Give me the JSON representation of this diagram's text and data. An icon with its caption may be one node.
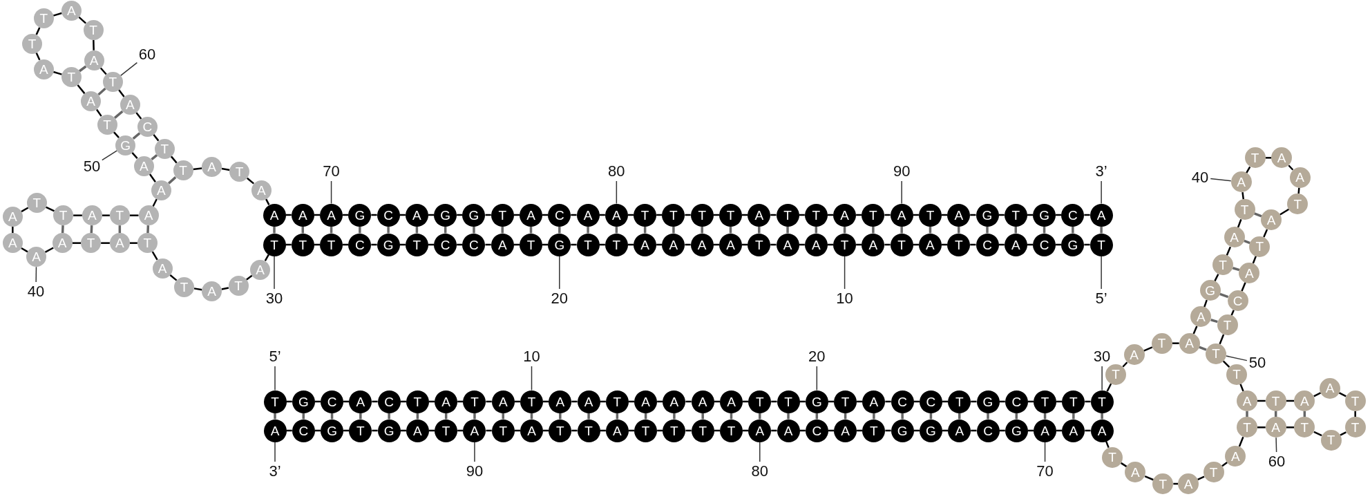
{
  "diagram": {
    "nodes": [
      {
        "text": [
          "A"
        ]
      },
      {
        "text": [
          "A"
        ]
      },
      {
        "text": [
          "A"
        ]
      },
      {
        "text": [
          "G"
        ]
      },
      {
        "text": [
          "C"
        ]
      },
      {
        "text": [
          "A"
        ]
      },
      {
        "text": [
          "G"
        ]
      },
      {
        "text": [
          "G"
        ]
      },
      {
        "text": [
          "T"
        ]
      },
      {
        "text": [
          "A"
        ]
      },
      {
        "text": [
          "C"
        ]
      },
      {
        "text": [
          "A"
        ]
      },
      {
        "text": [
          "A"
        ]
      },
      {
        "text": [
          "T"
        ]
      },
      {
        "text": [
          "T"
        ]
      },
      {
        "text": [
          "T"
        ]
      },
      {
        "text": [
          "T"
        ]
      },
      {
        "text": [
          "A"
        ]
      },
      {
        "text": [
          "T"
        ]
      },
      {
        "text": [
          "T"
        ]
      },
      {
        "text": [
          "A"
        ]
      },
      {
        "text": [
          "T"
        ]
      },
      {
        "text": [
          "A"
        ]
      },
      {
        "text": [
          "T"
        ]
      },
      {
        "text": [
          "A"
        ]
      },
      {
        "text": [
          "G"
        ]
      },
      {
        "text": [
          "T"
        ]
      },
      {
        "text": [
          "G"
        ]
      },
      {
        "text": [
          "C"
        ]
      },
      {
        "text": [
          "A"
        ]
      },
      {
        "text": [
          "T"
        ]
      },
      {
        "text": [
          "T"
        ]
      },
      {
        "text": [
          "T"
        ]
      },
      {
        "text": [
          "C"
        ]
      },
      {
        "text": [
          "G"
        ]
      },
      {
        "text": [
          "T"
        ]
      },
      {
        "text": [
          "C"
        ]
      },
      {
        "text": [
          "C"
        ]
      },
      {
        "text": [
          "A"
        ]
      },
      {
        "text": [
          "T"
        ]
      },
      {
        "text": [
          "G"
        ]
      },
      {
        "text": [
          "T"
        ]
      },
      {
        "text": [
          "T"
        ]
      },
      {
        "text": [
          "A"
        ]
      },
      {
        "text": [
          "A"
        ]
      },
      {
        "text": [
          "A"
        ]
      },
      {
        "text": [
          "A"
        ]
      },
      {
        "text": [
          "T"
        ]
      },
      {
        "text": [
          "A"
        ]
      },
      {
        "text": [
          "A"
        ]
      },
      {
        "text": [
          "T"
        ]
      },
      {
        "text": [
          "A"
        ]
      },
      {
        "text": [
          "T"
        ]
      },
      {
        "text": [
          "A"
        ]
      },
      {
        "text": [
          "T"
        ]
      },
      {
        "text": [
          "C"
        ]
      },
      {
        "text": [
          "A"
        ]
      },
      {
        "text": [
          "C"
        ]
      },
      {
        "text": [
          "G"
        ]
      },
      {
        "text": [
          "T"
        ]
      },
      {
        "text": [
          "A"
        ]
      },
      {
        "text": [
          "T"
        ]
      },
      {
        "text": [
          "A"
        ]
      },
      {
        "text": [
          "T"
        ]
      },
      {
        "text": [
          "A"
        ]
      },
      {
        "text": [
          "T"
        ]
      },
      {
        "text": [
          "A"
        ]
      },
      {
        "text": [
          "T"
        ]
      },
      {
        "text": [
          "A"
        ]
      },
      {
        "text": [
          "A"
        ]
      },
      {
        "text": [
          "A"
        ]
      },
      {
        "text": [
          "A"
        ]
      },
      {
        "text": [
          "T"
        ]
      },
      {
        "text": [
          "T"
        ]
      },
      {
        "text": [
          "A"
        ]
      },
      {
        "text": [
          "T"
        ]
      },
      {
        "text": [
          "A"
        ]
      },
      {
        "text": [
          "A"
        ]
      },
      {
        "text": [
          "A"
        ]
      },
      {
        "text": [
          "G"
        ]
      },
      {
        "text": [
          "T"
        ]
      },
      {
        "text": [
          "A"
        ]
      },
      {
        "text": [
          "T"
        ]
      },
      {
        "text": [
          "A"
        ]
      },
      {
        "text": [
          "T"
        ]
      },
      {
        "text": [
          "T"
        ]
      },
      {
        "text": [
          "A"
        ]
      },
      {
        "text": [
          "T"
        ]
      },
      {
        "text": [
          "A"
        ]
      },
      {
        "text": [
          "T"
        ]
      },
      {
        "text": [
          "A"
        ]
      },
      {
        "text": [
          "C"
        ]
      },
      {
        "text": [
          "T"
        ]
      },
      {
        "text": [
          "T"
        ]
      },
      {
        "text": [
          "A"
        ]
      },
      {
        "text": [
          "T"
        ]
      },
      {
        "text": [
          "A"
        ]
      },
      {
        "text": [
          "T"
        ]
      },
      {
        "text": [
          "G"
        ]
      },
      {
        "text": [
          "C"
        ]
      },
      {
        "text": [
          "A"
        ]
      },
      {
        "text": [
          "C"
        ]
      },
      {
        "text": [
          "T"
        ]
      },
      {
        "text": [
          "A"
        ]
      },
      {
        "text": [
          "T"
        ]
      },
      {
        "text": [
          "A"
        ]
      },
      {
        "text": [
          "T"
        ]
      },
      {
        "text": [
          "A"
        ]
      },
      {
        "text": [
          "A"
        ]
      },
      {
        "text": [
          "T"
        ]
      },
      {
        "text": [
          "A"
        ]
      },
      {
        "text": [
          "A"
        ]
      },
      {
        "text": [
          "A"
        ]
      },
      {
        "text": [
          "A"
        ]
      },
      {
        "text": [
          "T"
        ]
      },
      {
        "text": [
          "T"
        ]
      },
      {
        "text": [
          "G"
        ]
      },
      {
        "text": [
          "T"
        ]
      },
      {
        "text": [
          "A"
        ]
      },
      {
        "text": [
          "C"
        ]
      },
      {
        "text": [
          "C"
        ]
      },
      {
        "text": [
          "T"
        ]
      },
      {
        "text": [
          "G"
        ]
      },
      {
        "text": [
          "C"
        ]
      },
      {
        "text": [
          "T"
        ]
      },
      {
        "text": [
          "T"
        ]
      },
      {
        "text": [
          "T"
        ]
      },
      {
        "text": [
          "A"
        ]
      },
      {
        "text": [
          "C"
        ]
      },
      {
        "text": [
          "G"
        ]
      },
      {
        "text": [
          "T"
        ]
      },
      {
        "text": [
          "G"
        ]
      },
      {
        "text": [
          "A"
        ]
      },
      {
        "text": [
          "T"
        ]
      },
      {
        "text": [
          "A"
        ]
      },
      {
        "text": [
          "T"
        ]
      },
      {
        "text": [
          "A"
        ]
      },
      {
        "text": [
          "T"
        ]
      },
      {
        "text": [
          "T"
        ]
      },
      {
        "text": [
          "A"
        ]
      },
      {
        "text": [
          "T"
        ]
      },
      {
        "text": [
          "T"
        ]
      },
      {
        "text": [
          "T"
        ]
      },
      {
        "text": [
          "T"
        ]
      },
      {
        "text": [
          "A"
        ]
      },
      {
        "text": [
          "A"
        ]
      },
      {
        "text": [
          "C"
        ]
      },
      {
        "text": [
          "A"
        ]
      },
      {
        "text": [
          "T"
        ]
      },
      {
        "text": [
          "G"
        ]
      },
      {
        "text": [
          "G"
        ]
      },
      {
        "text": [
          "A"
        ]
      },
      {
        "text": [
          "C"
        ]
      },
      {
        "text": [
          "G"
        ]
      },
      {
        "text": [
          "A"
        ]
      },
      {
        "text": [
          "A"
        ]
      },
      {
        "text": [
          "A"
        ]
      },
      {
        "text": [
          "T"
        ]
      },
      {
        "text": [
          "A"
        ]
      },
      {
        "text": [
          "T"
        ]
      },
      {
        "text": [
          "A"
        ]
      },
      {
        "text": [
          "A"
        ]
      },
      {
        "text": [
          "G"
        ]
      },
      {
        "text": [
          "T"
        ]
      },
      {
        "text": [
          "A"
        ]
      },
      {
        "text": [
          "T"
        ]
      },
      {
        "text": [
          "A"
        ]
      },
      {
        "text": [
          "T"
        ]
      },
      {
        "text": [
          "A"
        ]
      },
      {
        "text": [
          "A"
        ]
      },
      {
        "text": [
          "T"
        ]
      },
      {
        "text": [
          "A"
        ]
      },
      {
        "text": [
          "T"
        ]
      },
      {
        "text": [
          "A"
        ]
      },
      {
        "text": [
          "C"
        ]
      },
      {
        "text": [
          "T"
        ]
      },
      {
        "text": [
          "T"
        ]
      },
      {
        "text": [
          "T"
        ]
      },
      {
        "text": [
          "A"
        ]
      },
      {
        "text": [
          "T"
        ]
      },
      {
        "text": [
          "A"
        ]
      },
      {
        "text": [
          "A"
        ]
      },
      {
        "text": [
          "T"
        ]
      },
      {
        "text": [
          "T"
        ]
      },
      {
        "text": [
          "T"
        ]
      },
      {
        "text": [
          "T"
        ]
      },
      {
        "text": [
          "A"
        ]
      },
      {
        "text": [
          "T"
        ]
      },
      {
        "text": [
          "A"
        ]
      },
      {
        "text": [
          "T"
        ]
      },
      {
        "text": [
          "A"
        ]
      },
      {
        "text": [
          "T"
        ]
      },
      {
        "text": [
          "A"
        ]
      },
      {
        "text": [
          "T"
        ]
      },
      {
        "text": [
          "70"
        ]
      },
      {
        "text": [
          "80"
        ]
      },
      {
        "text": [
          "90"
        ]
      },
      {
        "text": [
          "3’"
        ]
      },
      {
        "text": [
          "30"
        ]
      },
      {
        "text": [
          "20"
        ]
      },
      {
        "text": [
          "10"
        ]
      },
      {
        "text": [
          "5’"
        ]
      },
      {
        "text": [
          "5’"
        ]
      },
      {
        "text": [
          "10"
        ]
      },
      {
        "text": [
          "20"
        ]
      },
      {
        "text": [
          "30"
        ]
      },
      {
        "text": [
          "3’"
        ]
      },
      {
        "text": [
          "90"
        ]
      },
      {
        "text": [
          "80"
        ]
      },
      {
        "text": [
          "70"
        ]
      },
      {
        "text": [
          "60"
        ]
      },
      {
        "text": [
          "50"
        ]
      },
      {
        "text": [
          "40"
        ]
      },
      {
        "text": [
          "40"
        ]
      },
      {
        "text": [
          "50"
        ]
      },
      {
        "text": [
          "60"
        ]
      }
    ],
    "edges": [
      {
        "from": 59,
        "to": 58,
        "arrow": "none"
      },
      {
        "from": 58,
        "to": 57,
        "arrow": "none"
      },
      {
        "from": 57,
        "to": 56,
        "arrow": "none"
      },
      {
        "from": 56,
        "to": 55,
        "arrow": "none"
      },
      {
        "from": 55,
        "to": 54,
        "arrow": "none"
      },
      {
        "from": 54,
        "to": 53,
        "arrow": "none"
      },
      {
        "from": 53,
        "to": 52,
        "arrow": "none"
      },
      {
        "from": 52,
        "to": 51,
        "arrow": "none"
      },
      {
        "from": 51,
        "to": 50,
        "arrow": "none"
      },
      {
        "from": 50,
        "to": 49,
        "arrow": "none"
      },
      {
        "from": 49,
        "to": 48,
        "arrow": "none"
      },
      {
        "from": 48,
        "to": 47,
        "arrow": "none"
      },
      {
        "from": 47,
        "to": 46,
        "arrow": "none"
      },
      {
        "from": 46,
        "to": 45,
        "arrow": "none"
      },
      {
        "from": 45,
        "to": 44,
        "arrow": "none"
      },
      {
        "from": 44,
        "to": 43,
        "arrow": "none"
      },
      {
        "from": 43,
        "to": 42,
        "arrow": "none"
      },
      {
        "from": 42,
        "to": 41,
        "arrow": "none"
      },
      {
        "from": 41,
        "to": 40,
        "arrow": "none"
      },
      {
        "from": 40,
        "to": 39,
        "arrow": "none"
      },
      {
        "from": 39,
        "to": 38,
        "arrow": "none"
      },
      {
        "from": 38,
        "to": 37,
        "arrow": "none"
      },
      {
        "from": 37,
        "to": 36,
        "arrow": "none"
      },
      {
        "from": 36,
        "to": 35,
        "arrow": "none"
      },
      {
        "from": 35,
        "to": 34,
        "arrow": "none"
      },
      {
        "from": 34,
        "to": 33,
        "arrow": "none"
      },
      {
        "from": 33,
        "to": 32,
        "arrow": "none"
      },
      {
        "from": 32,
        "to": 31,
        "arrow": "none"
      },
      {
        "from": 31,
        "to": 30,
        "arrow": "none"
      },
      {
        "from": 30,
        "to": 60,
        "arrow": "none"
      },
      {
        "from": 60,
        "to": 61,
        "arrow": "none"
      },
      {
        "from": 61,
        "to": 62,
        "arrow": "none"
      },
      {
        "from": 62,
        "to": 63,
        "arrow": "none"
      },
      {
        "from": 63,
        "to": 64,
        "arrow": "none"
      },
      {
        "from": 64,
        "to": 65,
        "arrow": "none"
      },
      {
        "from": 65,
        "to": 66,
        "arrow": "none"
      },
      {
        "from": 66,
        "to": 67,
        "arrow": "none"
      },
      {
        "from": 67,
        "to": 68,
        "arrow": "none"
      },
      {
        "from": 68,
        "to": 69,
        "arrow": "none"
      },
      {
        "from": 69,
        "to": 70,
        "arrow": "none"
      },
      {
        "from": 70,
        "to": 71,
        "arrow": "none"
      },
      {
        "from": 71,
        "to": 72,
        "arrow": "none"
      },
      {
        "from": 72,
        "to": 73,
        "arrow": "none"
      },
      {
        "from": 73,
        "to": 74,
        "arrow": "none"
      },
      {
        "from": 74,
        "to": 75,
        "arrow": "none"
      },
      {
        "from": 75,
        "to": 76,
        "arrow": "none"
      },
      {
        "from": 76,
        "to": 77,
        "arrow": "none"
      },
      {
        "from": 77,
        "to": 78,
        "arrow": "none"
      },
      {
        "from": 78,
        "to": 79,
        "arrow": "none"
      },
      {
        "from": 79,
        "to": 80,
        "arrow": "none"
      },
      {
        "from": 80,
        "to": 81,
        "arrow": "none"
      },
      {
        "from": 81,
        "to": 82,
        "arrow": "none"
      },
      {
        "from": 82,
        "to": 83,
        "arrow": "none"
      },
      {
        "from": 83,
        "to": 84,
        "arrow": "none"
      },
      {
        "from": 84,
        "to": 85,
        "arrow": "none"
      },
      {
        "from": 85,
        "to": 86,
        "arrow": "none"
      },
      {
        "from": 86,
        "to": 87,
        "arrow": "none"
      },
      {
        "from": 87,
        "to": 88,
        "arrow": "none"
      },
      {
        "from": 88,
        "to": 89,
        "arrow": "none"
      },
      {
        "from": 89,
        "to": 90,
        "arrow": "none"
      },
      {
        "from": 90,
        "to": 91,
        "arrow": "none"
      },
      {
        "from": 91,
        "to": 92,
        "arrow": "none"
      },
      {
        "from": 92,
        "to": 93,
        "arrow": "none"
      },
      {
        "from": 93,
        "to": 94,
        "arrow": "none"
      },
      {
        "from": 94,
        "to": 95,
        "arrow": "none"
      },
      {
        "from": 95,
        "to": 96,
        "arrow": "none"
      },
      {
        "from": 96,
        "to": 0,
        "arrow": "none"
      },
      {
        "from": 0,
        "to": 1,
        "arrow": "none"
      },
      {
        "from": 1,
        "to": 2,
        "arrow": "none"
      },
      {
        "from": 2,
        "to": 3,
        "arrow": "none"
      },
      {
        "from": 3,
        "to": 4,
        "arrow": "none"
      },
      {
        "from": 4,
        "to": 5,
        "arrow": "none"
      },
      {
        "from": 5,
        "to": 6,
        "arrow": "none"
      },
      {
        "from": 6,
        "to": 7,
        "arrow": "none"
      },
      {
        "from": 7,
        "to": 8,
        "arrow": "none"
      },
      {
        "from": 8,
        "to": 9,
        "arrow": "none"
      },
      {
        "from": 9,
        "to": 10,
        "arrow": "none"
      },
      {
        "from": 10,
        "to": 11,
        "arrow": "none"
      },
      {
        "from": 11,
        "to": 12,
        "arrow": "none"
      },
      {
        "from": 12,
        "to": 13,
        "arrow": "none"
      },
      {
        "from": 13,
        "to": 14,
        "arrow": "none"
      },
      {
        "from": 14,
        "to": 15,
        "arrow": "none"
      },
      {
        "from": 15,
        "to": 16,
        "arrow": "none"
      },
      {
        "from": 16,
        "to": 17,
        "arrow": "none"
      },
      {
        "from": 17,
        "to": 18,
        "arrow": "none"
      },
      {
        "from": 18,
        "to": 19,
        "arrow": "none"
      },
      {
        "from": 19,
        "to": 20,
        "arrow": "none"
      },
      {
        "from": 20,
        "to": 21,
        "arrow": "none"
      },
      {
        "from": 21,
        "to": 22,
        "arrow": "none"
      },
      {
        "from": 22,
        "to": 23,
        "arrow": "none"
      },
      {
        "from": 23,
        "to": 24,
        "arrow": "none"
      },
      {
        "from": 24,
        "to": 25,
        "arrow": "none"
      },
      {
        "from": 25,
        "to": 26,
        "arrow": "none"
      },
      {
        "from": 26,
        "to": 27,
        "arrow": "none"
      },
      {
        "from": 27,
        "to": 28,
        "arrow": "none"
      },
      {
        "from": 28,
        "to": 29,
        "arrow": "none"
      },
      {
        "from": 0,
        "to": 30,
        "arrow": "none",
        "color": "#666666"
      },
      {
        "from": 1,
        "to": 31,
        "arrow": "none",
        "color": "#666666"
      },
      {
        "from": 2,
        "to": 32,
        "arrow": "none",
        "color": "#666666"
      },
      {
        "from": 3,
        "to": 33,
        "arrow": "none",
        "color": "#666666"
      },
      {
        "from": 4,
        "to": 34,
        "arrow": "none",
        "color": "#666666"
      },
      {
        "from": 5,
        "to": 35,
        "arrow": "none",
        "color": "#666666"
      },
      {
        "from": 6,
        "to": 36,
        "arrow": "none",
        "color": "#666666"
      },
      {
        "from": 7,
        "to": 37,
        "arrow": "none",
        "color": "#666666"
      },
      {
        "from": 8,
        "to": 38,
        "arrow": "none",
        "color": "#666666"
      },
      {
        "from": 9,
        "to": 39,
        "arrow": "none",
        "color": "#666666"
      },
      {
        "from": 10,
        "to": 40,
        "arrow": "none",
        "color": "#666666"
      },
      {
        "from": 11,
        "to": 41,
        "arrow": "none",
        "color": "#666666"
      },
      {
        "from": 12,
        "to": 42,
        "arrow": "none",
        "color": "#666666"
      },
      {
        "from": 13,
        "to": 43,
        "arrow": "none",
        "color": "#666666"
      },
      {
        "from": 14,
        "to": 44,
        "arrow": "none",
        "color": "#666666"
      },
      {
        "from": 15,
        "to": 45,
        "arrow": "none",
        "color": "#666666"
      },
      {
        "from": 16,
        "to": 46,
        "arrow": "none",
        "color": "#666666"
      },
      {
        "from": 17,
        "to": 47,
        "arrow": "none",
        "color": "#666666"
      },
      {
        "from": 18,
        "to": 48,
        "arrow": "none",
        "color": "#666666"
      },
      {
        "from": 19,
        "to": 49,
        "arrow": "none",
        "color": "#666666"
      },
      {
        "from": 20,
        "to": 50,
        "arrow": "none",
        "color": "#666666"
      },
      {
        "from": 21,
        "to": 51,
        "arrow": "none",
        "color": "#666666"
      },
      {
        "from": 22,
        "to": 52,
        "arrow": "none",
        "color": "#666666"
      },
      {
        "from": 23,
        "to": 53,
        "arrow": "none",
        "color": "#666666"
      },
      {
        "from": 24,
        "to": 54,
        "arrow": "none",
        "color": "#666666"
      },
      {
        "from": 25,
        "to": 55,
        "arrow": "none",
        "color": "#666666"
      },
      {
        "from": 26,
        "to": 56,
        "arrow": "none",
        "color": "#666666"
      },
      {
        "from": 27,
        "to": 57,
        "arrow": "none",
        "color": "#666666"
      },
      {
        "from": 28,
        "to": 58,
        "arrow": "none",
        "color": "#666666"
      },
      {
        "from": 29,
        "to": 59,
        "arrow": "none",
        "color": "#666666"
      },
      {
        "from": 73,
        "to": 68,
        "arrow": "none",
        "color": "#666666"
      },
      {
        "from": 74,
        "to": 67,
        "arrow": "none",
        "color": "#666666"
      },
      {
        "from": 75,
        "to": 66,
        "arrow": "none",
        "color": "#666666"
      },
      {
        "from": 76,
        "to": 65,
        "arrow": "none",
        "color": "#666666"
      },
      {
        "from": 77,
        "to": 93,
        "arrow": "none",
        "color": "#666666"
      },
      {
        "from": 78,
        "to": 92,
        "arrow": "none",
        "color": "#666666"
      },
      {
        "from": 79,
        "to": 91,
        "arrow": "none",
        "color": "#666666"
      },
      {
        "from": 80,
        "to": 90,
        "arrow": "none",
        "color": "#666666"
      },
      {
        "from": 81,
        "to": 89,
        "arrow": "none",
        "color": "#666666"
      },
      {
        "from": 82,
        "to": 88,
        "arrow": "none",
        "color": "#666666"
      },
      {
        "from": 97,
        "to": 98,
        "arrow": "none"
      },
      {
        "from": 98,
        "to": 99,
        "arrow": "none"
      },
      {
        "from": 99,
        "to": 100,
        "arrow": "none"
      },
      {
        "from": 100,
        "to": 101,
        "arrow": "none"
      },
      {
        "from": 101,
        "to": 102,
        "arrow": "none"
      },
      {
        "from": 102,
        "to": 103,
        "arrow": "none"
      },
      {
        "from": 103,
        "to": 104,
        "arrow": "none"
      },
      {
        "from": 104,
        "to": 105,
        "arrow": "none"
      },
      {
        "from": 105,
        "to": 106,
        "arrow": "none"
      },
      {
        "from": 106,
        "to": 107,
        "arrow": "none"
      },
      {
        "from": 107,
        "to": 108,
        "arrow": "none"
      },
      {
        "from": 108,
        "to": 109,
        "arrow": "none"
      },
      {
        "from": 109,
        "to": 110,
        "arrow": "none"
      },
      {
        "from": 110,
        "to": 111,
        "arrow": "none"
      },
      {
        "from": 111,
        "to": 112,
        "arrow": "none"
      },
      {
        "from": 112,
        "to": 113,
        "arrow": "none"
      },
      {
        "from": 113,
        "to": 114,
        "arrow": "none"
      },
      {
        "from": 114,
        "to": 115,
        "arrow": "none"
      },
      {
        "from": 115,
        "to": 116,
        "arrow": "none"
      },
      {
        "from": 116,
        "to": 117,
        "arrow": "none"
      },
      {
        "from": 117,
        "to": 118,
        "arrow": "none"
      },
      {
        "from": 118,
        "to": 119,
        "arrow": "none"
      },
      {
        "from": 119,
        "to": 120,
        "arrow": "none"
      },
      {
        "from": 120,
        "to": 121,
        "arrow": "none"
      },
      {
        "from": 121,
        "to": 122,
        "arrow": "none"
      },
      {
        "from": 122,
        "to": 123,
        "arrow": "none"
      },
      {
        "from": 123,
        "to": 124,
        "arrow": "none"
      },
      {
        "from": 124,
        "to": 125,
        "arrow": "none"
      },
      {
        "from": 125,
        "to": 126,
        "arrow": "none"
      },
      {
        "from": 126,
        "to": 157,
        "arrow": "none"
      },
      {
        "from": 157,
        "to": 158,
        "arrow": "none"
      },
      {
        "from": 158,
        "to": 159,
        "arrow": "none"
      },
      {
        "from": 159,
        "to": 160,
        "arrow": "none"
      },
      {
        "from": 160,
        "to": 161,
        "arrow": "none"
      },
      {
        "from": 161,
        "to": 162,
        "arrow": "none"
      },
      {
        "from": 162,
        "to": 163,
        "arrow": "none"
      },
      {
        "from": 163,
        "to": 164,
        "arrow": "none"
      },
      {
        "from": 164,
        "to": 165,
        "arrow": "none"
      },
      {
        "from": 165,
        "to": 166,
        "arrow": "none"
      },
      {
        "from": 166,
        "to": 167,
        "arrow": "none"
      },
      {
        "from": 167,
        "to": 168,
        "arrow": "none"
      },
      {
        "from": 168,
        "to": 169,
        "arrow": "none"
      },
      {
        "from": 169,
        "to": 170,
        "arrow": "none"
      },
      {
        "from": 170,
        "to": 171,
        "arrow": "none"
      },
      {
        "from": 171,
        "to": 172,
        "arrow": "none"
      },
      {
        "from": 172,
        "to": 173,
        "arrow": "none"
      },
      {
        "from": 173,
        "to": 174,
        "arrow": "none"
      },
      {
        "from": 174,
        "to": 175,
        "arrow": "none"
      },
      {
        "from": 175,
        "to": 176,
        "arrow": "none"
      },
      {
        "from": 176,
        "to": 177,
        "arrow": "none"
      },
      {
        "from": 177,
        "to": 178,
        "arrow": "none"
      },
      {
        "from": 178,
        "to": 179,
        "arrow": "none"
      },
      {
        "from": 179,
        "to": 180,
        "arrow": "none"
      },
      {
        "from": 180,
        "to": 181,
        "arrow": "none"
      },
      {
        "from": 181,
        "to": 182,
        "arrow": "none"
      },
      {
        "from": 182,
        "to": 183,
        "arrow": "none"
      },
      {
        "from": 183,
        "to": 184,
        "arrow": "none"
      },
      {
        "from": 184,
        "to": 185,
        "arrow": "none"
      },
      {
        "from": 185,
        "to": 186,
        "arrow": "none"
      },
      {
        "from": 186,
        "to": 187,
        "arrow": "none"
      },
      {
        "from": 187,
        "to": 188,
        "arrow": "none"
      },
      {
        "from": 188,
        "to": 189,
        "arrow": "none"
      },
      {
        "from": 189,
        "to": 190,
        "arrow": "none"
      },
      {
        "from": 190,
        "to": 191,
        "arrow": "none"
      },
      {
        "from": 191,
        "to": 192,
        "arrow": "none"
      },
      {
        "from": 192,
        "to": 193,
        "arrow": "none"
      },
      {
        "from": 193,
        "to": 156,
        "arrow": "none"
      },
      {
        "from": 156,
        "to": 155,
        "arrow": "none"
      },
      {
        "from": 155,
        "to": 154,
        "arrow": "none"
      },
      {
        "from": 154,
        "to": 153,
        "arrow": "none"
      },
      {
        "from": 153,
        "to": 152,
        "arrow": "none"
      },
      {
        "from": 152,
        "to": 151,
        "arrow": "none"
      },
      {
        "from": 151,
        "to": 150,
        "arrow": "none"
      },
      {
        "from": 150,
        "to": 149,
        "arrow": "none"
      },
      {
        "from": 149,
        "to": 148,
        "arrow": "none"
      },
      {
        "from": 148,
        "to": 147,
        "arrow": "none"
      },
      {
        "from": 147,
        "to": 146,
        "arrow": "none"
      },
      {
        "from": 146,
        "to": 145,
        "arrow": "none"
      },
      {
        "from": 145,
        "to": 144,
        "arrow": "none"
      },
      {
        "from": 144,
        "to": 143,
        "arrow": "none"
      },
      {
        "from": 143,
        "to": 142,
        "arrow": "none"
      },
      {
        "from": 142,
        "to": 141,
        "arrow": "none"
      },
      {
        "from": 141,
        "to": 140,
        "arrow": "none"
      },
      {
        "from": 140,
        "to": 139,
        "arrow": "none"
      },
      {
        "from": 139,
        "to": 138,
        "arrow": "none"
      },
      {
        "from": 138,
        "to": 137,
        "arrow": "none"
      },
      {
        "from": 137,
        "to": 136,
        "arrow": "none"
      },
      {
        "from": 136,
        "to": 135,
        "arrow": "none"
      },
      {
        "from": 135,
        "to": 134,
        "arrow": "none"
      },
      {
        "from": 134,
        "to": 133,
        "arrow": "none"
      },
      {
        "from": 133,
        "to": 132,
        "arrow": "none"
      },
      {
        "from": 132,
        "to": 131,
        "arrow": "none"
      },
      {
        "from": 131,
        "to": 130,
        "arrow": "none"
      },
      {
        "from": 130,
        "to": 129,
        "arrow": "none"
      },
      {
        "from": 129,
        "to": 128,
        "arrow": "none"
      },
      {
        "from": 128,
        "to": 127,
        "arrow": "none"
      },
      {
        "from": 97,
        "to": 127,
        "arrow": "none",
        "color": "#666666"
      },
      {
        "from": 98,
        "to": 128,
        "arrow": "none",
        "color": "#666666"
      },
      {
        "from": 99,
        "to": 129,
        "arrow": "none",
        "color": "#666666"
      },
      {
        "from": 100,
        "to": 130,
        "arrow": "none",
        "color": "#666666"
      },
      {
        "from": 101,
        "to": 131,
        "arrow": "none",
        "color": "#666666"
      },
      {
        "from": 102,
        "to": 132,
        "arrow": "none",
        "color": "#666666"
      },
      {
        "from": 103,
        "to": 133,
        "arrow": "none",
        "color": "#666666"
      },
      {
        "from": 104,
        "to": 134,
        "arrow": "none",
        "color": "#666666"
      },
      {
        "from": 105,
        "to": 135,
        "arrow": "none",
        "color": "#666666"
      },
      {
        "from": 106,
        "to": 136,
        "arrow": "none",
        "color": "#666666"
      },
      {
        "from": 107,
        "to": 137,
        "arrow": "none",
        "color": "#666666"
      },
      {
        "from": 108,
        "to": 138,
        "arrow": "none",
        "color": "#666666"
      },
      {
        "from": 109,
        "to": 139,
        "arrow": "none",
        "color": "#666666"
      },
      {
        "from": 110,
        "to": 140,
        "arrow": "none",
        "color": "#666666"
      },
      {
        "from": 111,
        "to": 141,
        "arrow": "none",
        "color": "#666666"
      },
      {
        "from": 112,
        "to": 142,
        "arrow": "none",
        "color": "#666666"
      },
      {
        "from": 113,
        "to": 143,
        "arrow": "none",
        "color": "#666666"
      },
      {
        "from": 114,
        "to": 144,
        "arrow": "none",
        "color": "#666666"
      },
      {
        "from": 115,
        "to": 145,
        "arrow": "none",
        "color": "#666666"
      },
      {
        "from": 116,
        "to": 146,
        "arrow": "none",
        "color": "#666666"
      },
      {
        "from": 117,
        "to": 147,
        "arrow": "none",
        "color": "#666666"
      },
      {
        "from": 118,
        "to": 148,
        "arrow": "none",
        "color": "#666666"
      },
      {
        "from": 119,
        "to": 149,
        "arrow": "none",
        "color": "#666666"
      },
      {
        "from": 120,
        "to": 150,
        "arrow": "none",
        "color": "#666666"
      },
      {
        "from": 121,
        "to": 151,
        "arrow": "none",
        "color": "#666666"
      },
      {
        "from": 122,
        "to": 152,
        "arrow": "none",
        "color": "#666666"
      },
      {
        "from": 123,
        "to": 153,
        "arrow": "none",
        "color": "#666666"
      },
      {
        "from": 124,
        "to": 154,
        "arrow": "none",
        "color": "#666666"
      },
      {
        "from": 125,
        "to": 155,
        "arrow": "none",
        "color": "#666666"
      },
      {
        "from": 126,
        "to": 156,
        "arrow": "none",
        "color": "#666666"
      },
      {
        "from": 160,
        "to": 176,
        "arrow": "none",
        "color": "#666666"
      },
      {
        "from": 161,
        "to": 175,
        "arrow": "none",
        "color": "#666666"
      },
      {
        "from": 162,
        "to": 174,
        "arrow": "none",
        "color": "#666666"
      },
      {
        "from": 163,
        "to": 173,
        "arrow": "none",
        "color": "#666666"
      },
      {
        "from": 164,
        "to": 172,
        "arrow": "none",
        "color": "#666666"
      },
      {
        "from": 165,
        "to": 171,
        "arrow": "none",
        "color": "#666666"
      },
      {
        "from": 178,
        "to": 187,
        "arrow": "none",
        "color": "#666666"
      },
      {
        "from": 179,
        "to": 186,
        "arrow": "none",
        "color": "#666666"
      },
      {
        "from": 180,
        "to": 185,
        "arrow": "none",
        "color": "#666666"
      },
      {
        "from": 194,
        "to": 2,
        "arrow": "none"
      },
      {
        "from": 195,
        "to": 12,
        "arrow": "none"
      },
      {
        "from": 196,
        "to": 22,
        "arrow": "none"
      },
      {
        "from": 197,
        "to": 29,
        "arrow": "none"
      },
      {
        "from": 198,
        "to": 30,
        "arrow": "none"
      },
      {
        "from": 199,
        "to": 40,
        "arrow": "none"
      },
      {
        "from": 200,
        "to": 50,
        "arrow": "none"
      },
      {
        "from": 201,
        "to": 59,
        "arrow": "none"
      },
      {
        "from": 202,
        "to": 97,
        "arrow": "none"
      },
      {
        "from": 203,
        "to": 106,
        "arrow": "none"
      },
      {
        "from": 204,
        "to": 116,
        "arrow": "none"
      },
      {
        "from": 205,
        "to": 126,
        "arrow": "none"
      },
      {
        "from": 206,
        "to": 127,
        "arrow": "none"
      },
      {
        "from": 207,
        "to": 134,
        "arrow": "none"
      },
      {
        "from": 208,
        "to": 144,
        "arrow": "none"
      },
      {
        "from": 209,
        "to": 154,
        "arrow": "none"
      },
      {
        "from": 210,
        "to": 89,
        "arrow": "none"
      },
      {
        "from": 211,
        "to": 79,
        "arrow": "none"
      },
      {
        "from": 212,
        "to": 69,
        "arrow": "none"
      },
      {
        "from": 213,
        "to": 166,
        "arrow": "none"
      },
      {
        "from": 214,
        "to": 176,
        "arrow": "none"
      },
      {
        "from": 215,
        "to": 186,
        "arrow": "none"
      }
    ]
  }
}
